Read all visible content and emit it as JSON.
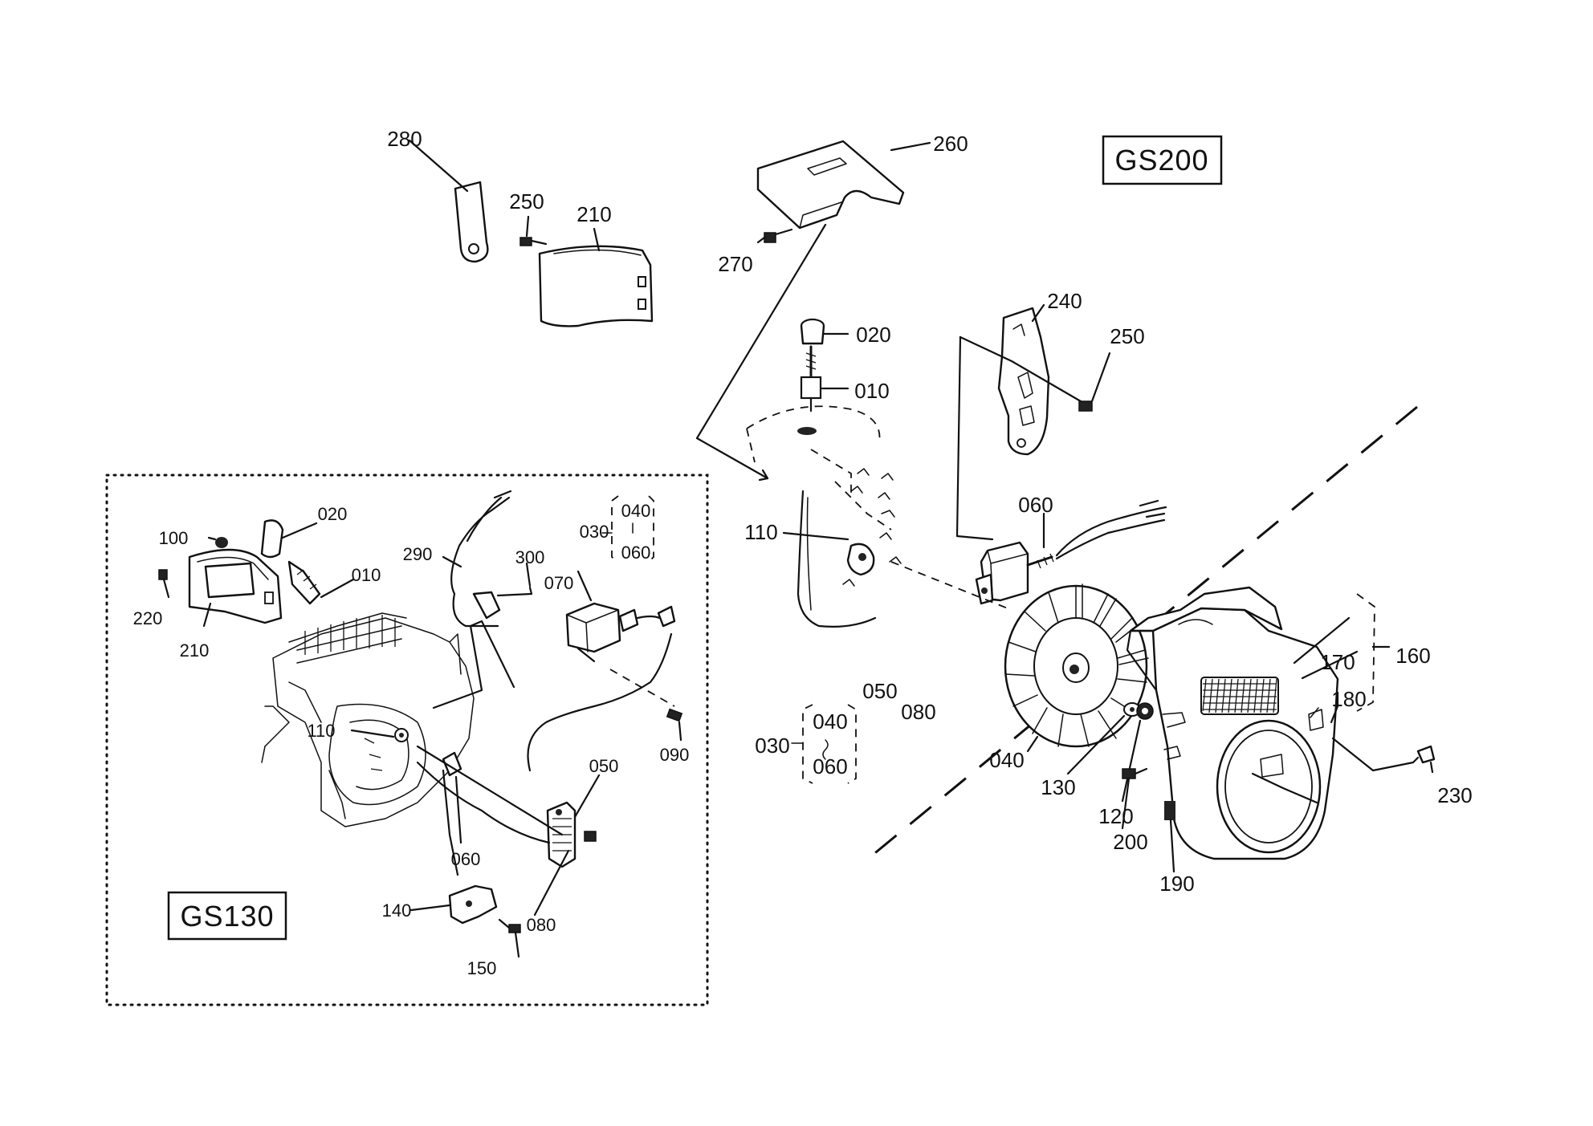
{
  "models": {
    "right": "GS200",
    "inset": "GS130"
  },
  "gs200_labels": {
    "p280": "280",
    "p250a": "250",
    "p210": "210",
    "p260": "260",
    "p270": "270",
    "p020": "020",
    "p010": "010",
    "p240": "240",
    "p250b": "250",
    "p110": "110",
    "p060": "060",
    "p050": "050",
    "p080": "080",
    "p040": "040",
    "p130": "130",
    "p120": "120",
    "p200": "200",
    "p190": "190",
    "p170": "170",
    "p160": "160",
    "p180": "180",
    "p230": "230",
    "p030": "030",
    "p030_040": "040",
    "p030_060": "060"
  },
  "gs130_labels": {
    "p100": "100",
    "p020": "020",
    "p010": "010",
    "p220": "220",
    "p210": "210",
    "p290": "290",
    "p300": "300",
    "p030": "030",
    "p030_040": "040",
    "p030_060": "060",
    "p070": "070",
    "p090": "090",
    "p110": "110",
    "p050": "050",
    "p060": "060",
    "p140": "140",
    "p080": "080",
    "p150": "150"
  }
}
